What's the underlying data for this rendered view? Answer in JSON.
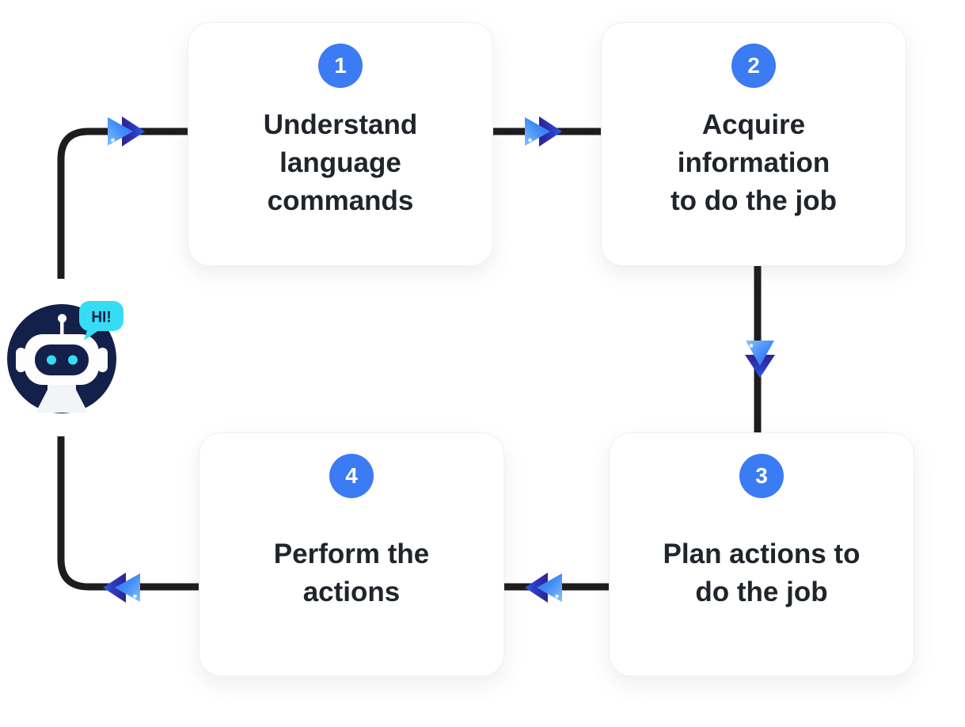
{
  "diagram": {
    "description": "Four-step chatbot agent workflow cycle",
    "steps": [
      {
        "num": "1",
        "label": "Understand\nlanguage\ncommands"
      },
      {
        "num": "2",
        "label": "Acquire\ninformation\nto do the job"
      },
      {
        "num": "3",
        "label": "Plan actions to\ndo the job"
      },
      {
        "num": "4",
        "label": "Perform the\nactions"
      }
    ],
    "robot": {
      "speech": "HI!",
      "icon": "robot-chatbot-icon"
    },
    "arrows": {
      "icon": "fast-forward-double-triangle-icon",
      "directions": [
        "right",
        "right",
        "down",
        "left",
        "left"
      ]
    },
    "colors": {
      "badge_blue": "#3b7bf3",
      "line_black": "#1d1d1f",
      "text": "#20242b",
      "card_bg": "#ffffff",
      "card_border": "#f0f0f4",
      "arrow_front_light": "#86c1fb",
      "arrow_front_blue": "#2a74f4",
      "arrow_back_indigo": "#332191",
      "arrow_back_blue": "#2463f0",
      "robot_navy": "#13204a",
      "bubble_cyan": "#36dcf3"
    }
  }
}
